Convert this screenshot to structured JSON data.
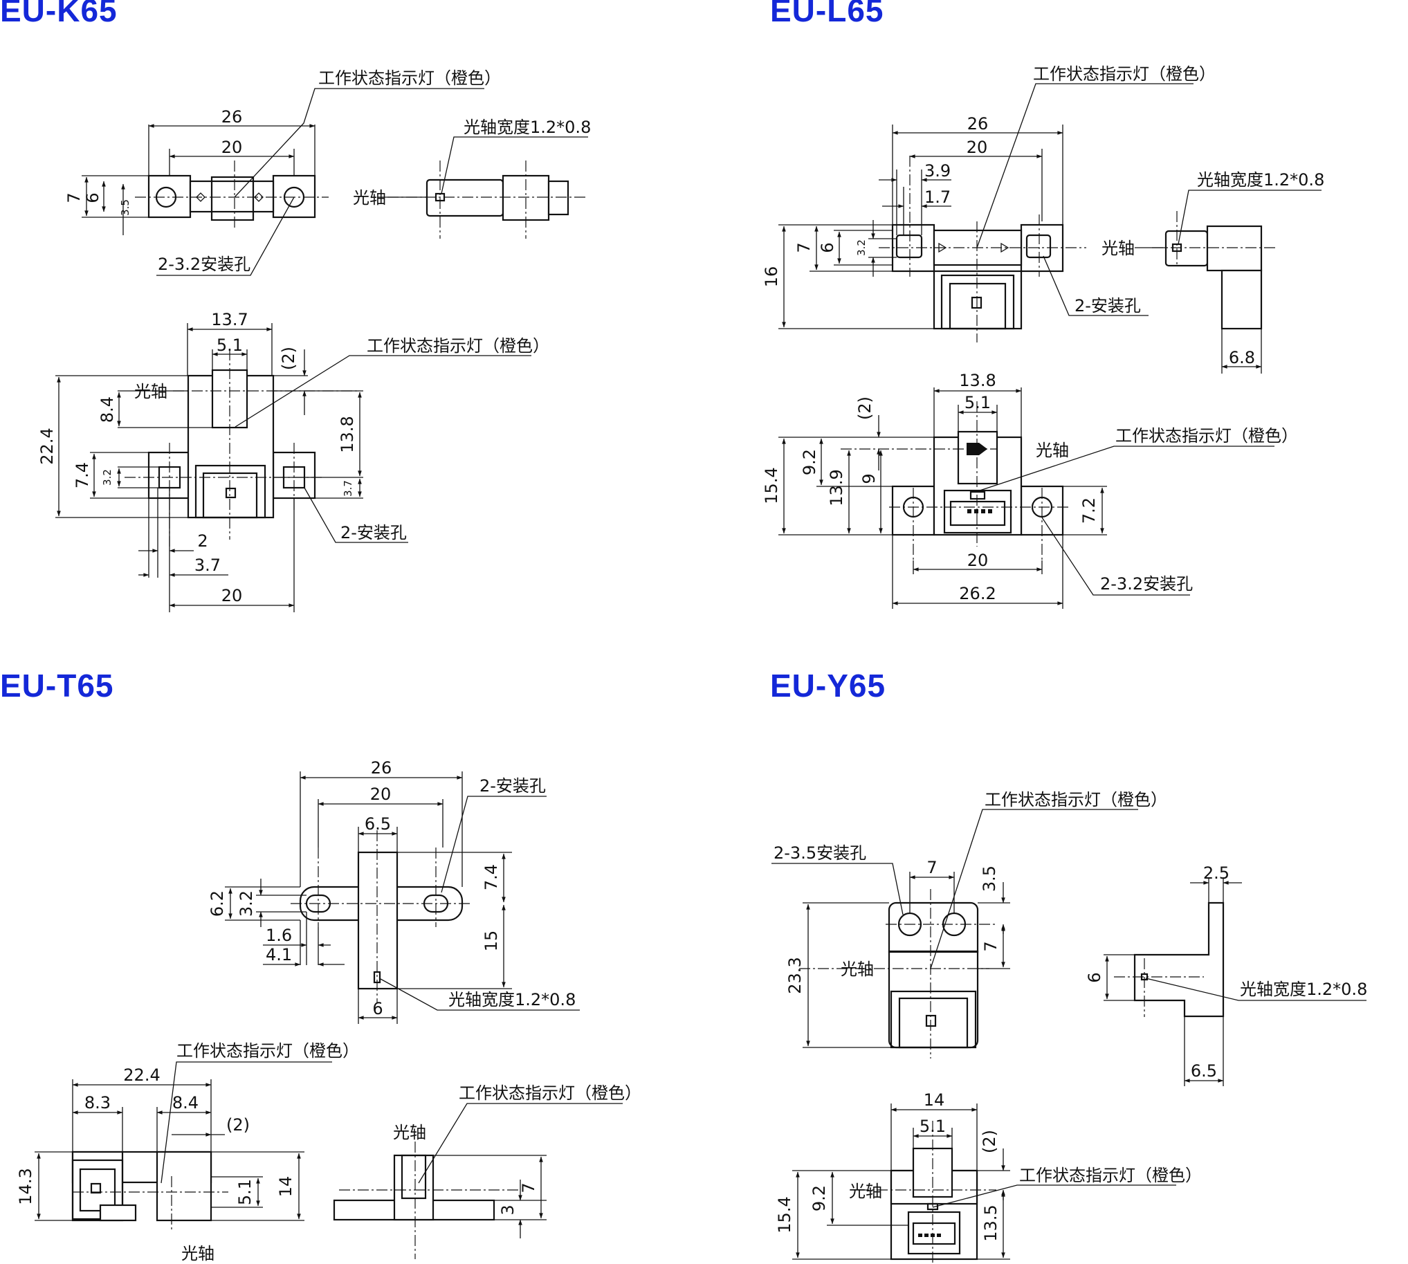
{
  "models": {
    "k65": "EU-K65",
    "l65": "EU-L65",
    "t65": "EU-T65",
    "y65": "EU-Y65"
  },
  "labels": {
    "indicator": "工作状态指示灯（橙色）",
    "optical_axis": "光轴",
    "axis_width": "光轴宽度1.2*0.8",
    "holes_2_32": "2-3.2安装孔",
    "holes_2": "2-安装孔",
    "holes_2_35": "2-3.5安装孔"
  },
  "dims": {
    "k65": {
      "d26": "26",
      "d20": "20",
      "d7": "7",
      "d6": "6",
      "d35": "3.5",
      "d137": "13.7",
      "d51": "5.1",
      "dp2": "(2)",
      "d84": "8.4",
      "d224": "22.4",
      "d138": "13.8",
      "d74": "7.4",
      "d32": "3.2",
      "d37v": "3.7",
      "d2": "2",
      "d37": "3.7",
      "d20b": "20"
    },
    "l65": {
      "d26": "26",
      "d20": "20",
      "d39": "3.9",
      "d17": "1.7",
      "d16": "16",
      "d7": "7",
      "d6": "6",
      "d32": "3.2",
      "d68": "6.8",
      "d138": "13.8",
      "d51": "5.1",
      "dp2": "(2)",
      "d154": "15.4",
      "d92": "9.2",
      "d139": "13.9",
      "d9": "9",
      "d72": "7.2",
      "d20b": "20",
      "d262": "26.2"
    },
    "t65": {
      "d26": "26",
      "d20": "20",
      "d65": "6.5",
      "d62": "6.2",
      "d32": "3.2",
      "d74": "7.4",
      "d15": "15",
      "d16": "1.6",
      "d41": "4.1",
      "d6": "6",
      "d224": "22.4",
      "d83": "8.3",
      "d84": "8.4",
      "dp2": "(2)",
      "d143": "14.3",
      "d51": "5.1",
      "d14": "14",
      "d7": "7",
      "d3": "3"
    },
    "y65": {
      "d7": "7",
      "d35": "3.5",
      "d7v": "7",
      "d233": "23.3",
      "d25": "2.5",
      "d6": "6",
      "d65": "6.5",
      "d14": "14",
      "d51": "5.1",
      "dp2": "(2)",
      "d154": "15.4",
      "d92": "9.2",
      "d135": "13.5"
    }
  }
}
